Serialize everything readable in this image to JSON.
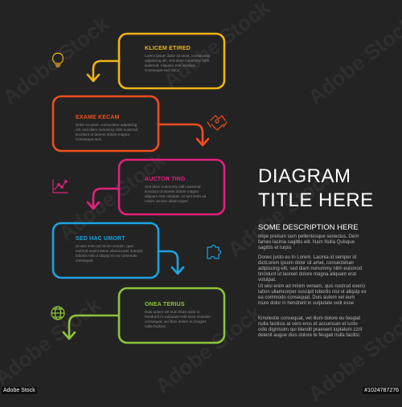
{
  "colors": {
    "background": "#232323",
    "yellow": "#f2b316",
    "orange": "#ee4e1e",
    "pink": "#e2207b",
    "blue": "#1da3e0",
    "green": "#8cc43b",
    "body_text": "#8a8a8a"
  },
  "steps": [
    {
      "title": "KLICEM ETIRED",
      "color": "#f2b316",
      "icon": "lightbulb-icon",
      "text": "Lorem ipsum dolor sit amet, consectetur adipiscing elit, sed diam nonummy nibh euismod. Aliquam erat volutpat. Consequat sed dolor."
    },
    {
      "title": "EXAME KECAM",
      "color": "#ee4e1e",
      "icon": "puzzle-hands-icon",
      "text": "Dolor sit amet, consectetur adipiscing elit, sed diam nonummy nibh euismod tincidunt ut laoreet dolore magna. Consequat duis."
    },
    {
      "title": "AUCTOR TING",
      "color": "#e2207b",
      "icon": "line-chart-icon",
      "text": "Sed diam nonummy nibh euismod tincidunt ut laoreet dolore magna aliquam erat volutpat. Ut wisi enim ad minim veniam ullamcorper."
    },
    {
      "title": "SED HAC UMORT",
      "color": "#1da3e0",
      "icon": "puzzle-piece-icon",
      "text": "Ut wisi enim ad minim veniam, quis nostrud exerci tation ullamcorper suscipit lobortis nisl ut aliquip ex ea commodo consequat."
    },
    {
      "title": "ONEA TERIUS",
      "color": "#8cc43b",
      "icon": "globe-icon",
      "text": "Duis autem vel eum iriure dolor in hendrerit in vulputate velit esse molestie consequat, vel illum dolore eu feugiat nulla facilisis."
    }
  ],
  "header": {
    "title_line1": "DIAGRAM",
    "title_line2": "TITLE HERE",
    "subtitle": "SOME DESCRIPTION HERE"
  },
  "paragraphs": [
    "Impe pretium sem pellentesque senectus. Dem fames lacinia sagittis elit. Nam Nulla Quisque sagittis et turpis",
    "Donec justo eu In Lorem. Lacinia id semper id dictLorem ipsum dolor sit amet, consectetuer adipiscing elit, sed diam nonummy nibh euismod tincidunt ut laoreet dolore magna aliquam erat volutpat.",
    "Ut wisi enim ad minim veniam, quis nostrud exerci tation ullamcorper suscipit lobortis nisl ut aliquip ex ea commodo consequat. Duis autem vel eum iriure dolor in hendrerit in vulputate velit esse",
    "Kmolestie consequat, vel illum dolore eu feugiat nulla facilisis at vero eros et accumsan et iusto odio dignissim qui blandit praesent luptatum zzril delenit augue duis dolore te feugait nulla facilisi."
  ],
  "watermark": {
    "brand": "Adobe Stock",
    "id": "#1024787276"
  }
}
